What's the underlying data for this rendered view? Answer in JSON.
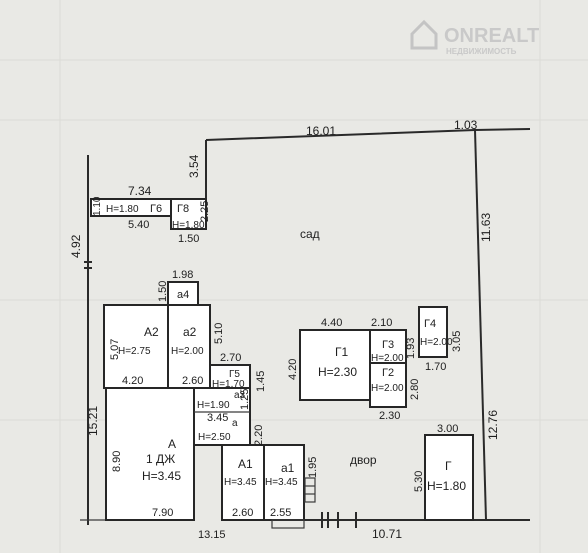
{
  "watermark": {
    "brand": "ONREALT",
    "tagline": "НЕДВИЖИМОСТЬ"
  },
  "yard_labels": {
    "garden": "сад",
    "yard": "двор"
  },
  "rooms": {
    "g6": {
      "code": "Г6",
      "height": "H=1.80"
    },
    "g8": {
      "code": "Г8",
      "height": "H=1.80"
    },
    "a4": {
      "code": "а4"
    },
    "a2_upper": {
      "code": "А2",
      "height": "H=2.75"
    },
    "a2_lower": {
      "code": "а2",
      "height": "H=2.00"
    },
    "g5": {
      "code": "Г5",
      "height": "H=1.70"
    },
    "a3": {
      "code": "а3",
      "height": "H=1.90"
    },
    "a_small": {
      "code": "а",
      "height": "H=2.50"
    },
    "main": {
      "code": "А",
      "subtitle": "1 ДЖ",
      "height": "H=3.45"
    },
    "a1_upper": {
      "code": "А1",
      "height": "H=3.45"
    },
    "a1_lower": {
      "code": "а1",
      "height": "H=3.45"
    },
    "g1": {
      "code": "Г1",
      "height": "H=2.30"
    },
    "g3": {
      "code": "Г3",
      "height": "H=2.00"
    },
    "g2": {
      "code": "Г2",
      "height": "H=2.00"
    },
    "g4": {
      "code": "Г4",
      "height": "H=2.00"
    },
    "g": {
      "code": "Г",
      "height": "H=1.80"
    }
  },
  "dimensions": {
    "top_long": "16.01",
    "top_short": "1.03",
    "right_upper": "11.63",
    "right_lower": "12.76",
    "left_upper": "4.92",
    "left_lower": "15.21",
    "bottom_right": "10.71",
    "bottom_total": "13.15",
    "g6_width": "7.34",
    "g6_inner": "5.40",
    "g8_width": "1.50",
    "g8_height": "2.25",
    "corner_height": "3.54",
    "g6_height": "1.10",
    "a4_width": "1.98",
    "a4_height": "1.50",
    "a2_height_left": "5.07",
    "a2_height_right": "5.10",
    "a2_bottom_left": "4.20",
    "a2_bottom_right": "2.60",
    "g5_width": "2.70",
    "g5_height": "1.45",
    "a3_height": "1.25",
    "a_width": "3.45",
    "a_height": "2.20",
    "main_height": "8.90",
    "main_width": "7.90",
    "a1_width": "2.60",
    "a1_small_width": "2.55",
    "a1_height": "1.95",
    "g1_width": "4.40",
    "g1_height": "4.20",
    "g3_width": "2.10",
    "g3_height": "1.93",
    "g2_height": "2.80",
    "g2_width": "2.30",
    "g4_height": "3.05",
    "g4_width": "1.70",
    "g_width": "3.00",
    "g_height": "5.30"
  }
}
